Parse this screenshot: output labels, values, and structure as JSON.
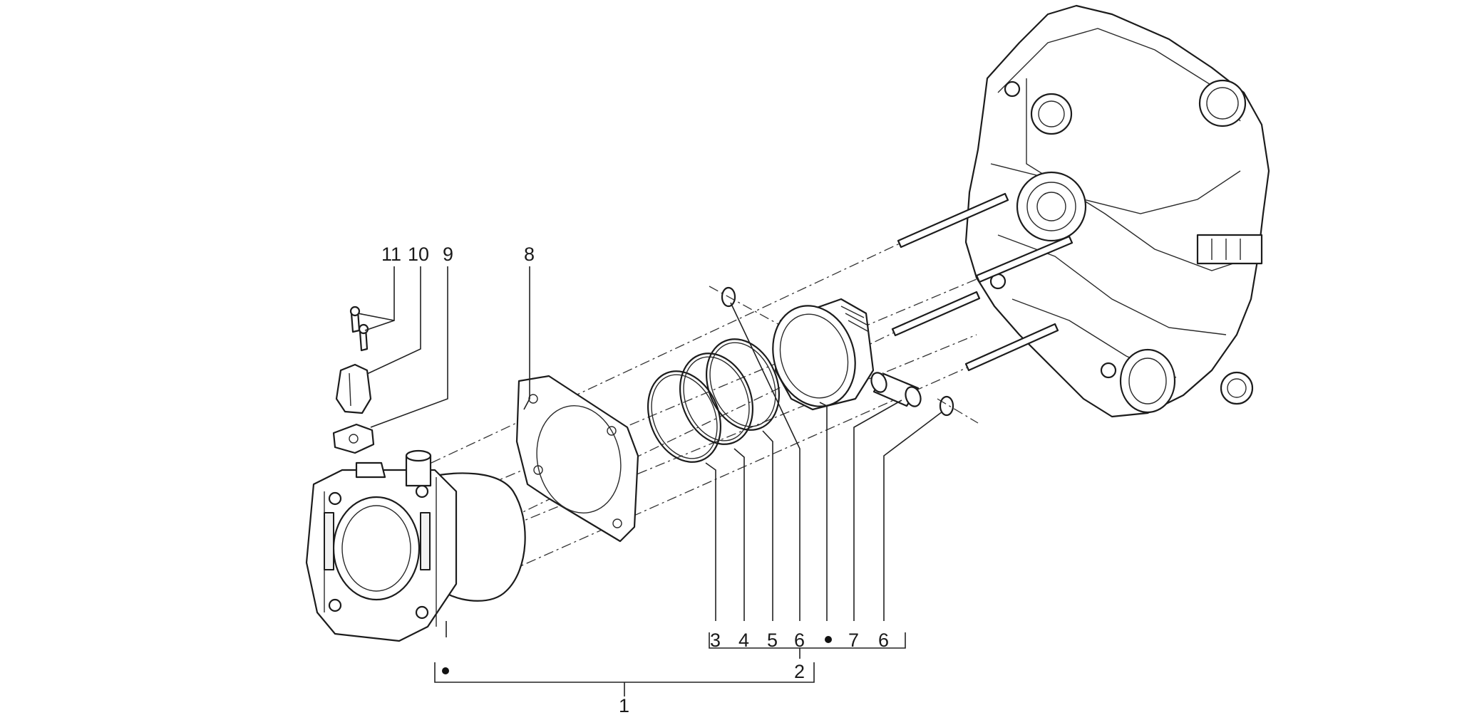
{
  "diagram": {
    "labels": {
      "l1": "1",
      "l2": "2",
      "l3": "3",
      "l4": "4",
      "l5": "5",
      "l6a": "6",
      "l6b": "6",
      "l7": "7",
      "l8": "8",
      "l9": "9",
      "l10": "10",
      "l11": "11"
    }
  }
}
